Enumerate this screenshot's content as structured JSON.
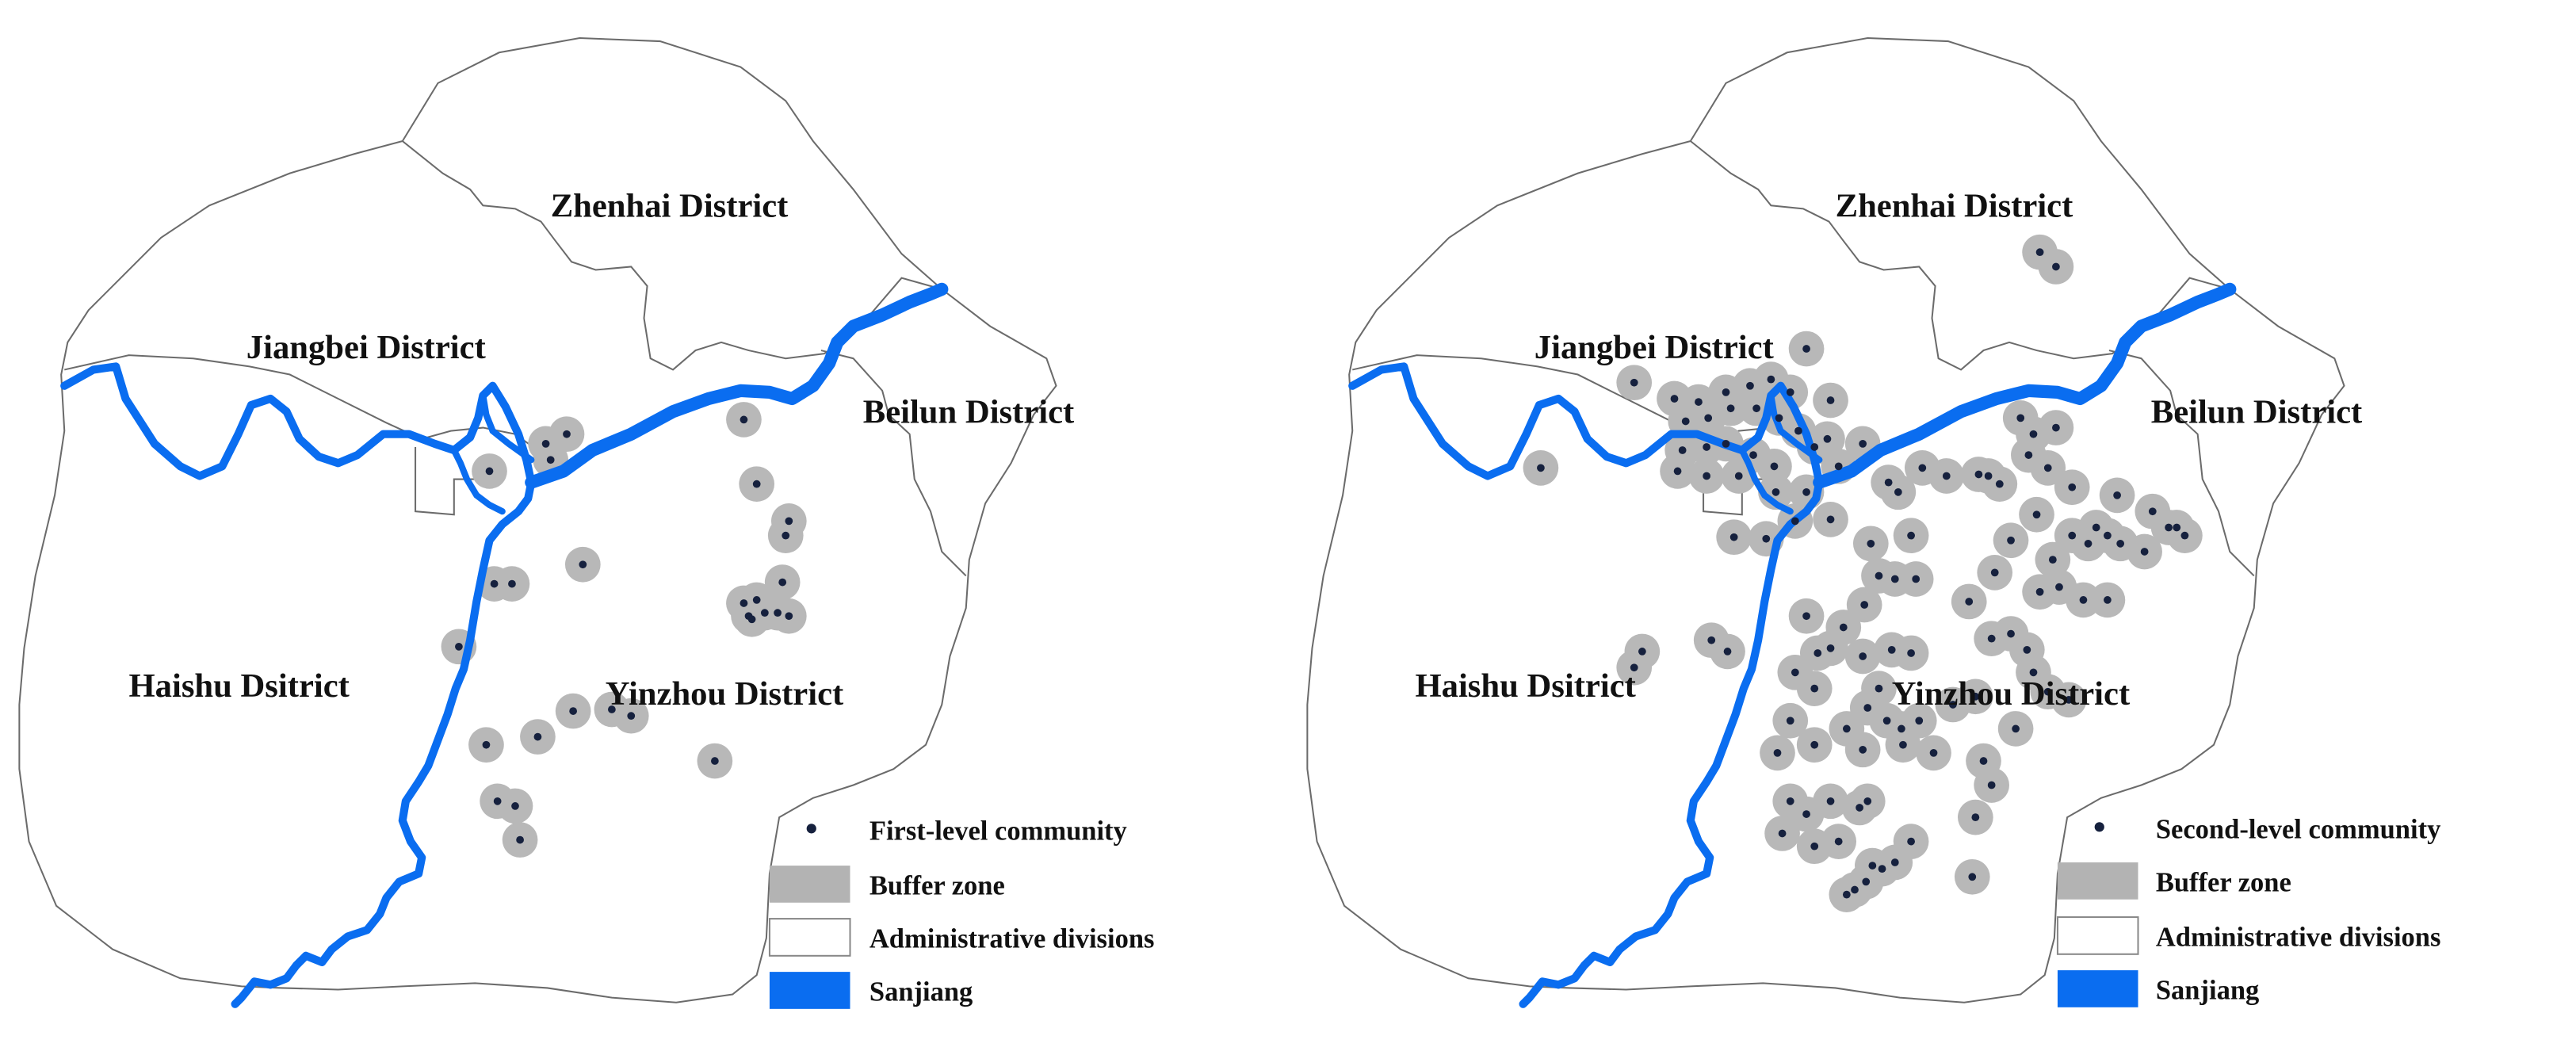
{
  "maps": [
    {
      "id": "first-level",
      "districts": [
        "Zhenhai District",
        "Jiangbei District",
        "Beilun District",
        "Haishu Dsitrict",
        "Yinzhou District"
      ],
      "legend": [
        {
          "kind": "point",
          "label": "First-level community"
        },
        {
          "kind": "buffer",
          "label": "Buffer zone"
        },
        {
          "kind": "boundary",
          "label": "Administrative divisions"
        },
        {
          "kind": "river",
          "label": "Sanjiang"
        }
      ],
      "communities": [
        [
          462,
          253
        ],
        [
          352,
          262
        ],
        [
          339,
          268
        ],
        [
          342,
          278
        ],
        [
          304,
          285
        ],
        [
          470,
          293
        ],
        [
          490,
          316
        ],
        [
          488,
          325
        ],
        [
          362,
          343
        ],
        [
          307,
          355
        ],
        [
          318,
          355
        ],
        [
          486,
          354
        ],
        [
          462,
          367
        ],
        [
          470,
          365
        ],
        [
          465,
          375
        ],
        [
          475,
          373
        ],
        [
          483,
          373
        ],
        [
          490,
          375
        ],
        [
          467,
          377
        ],
        [
          285,
          394
        ],
        [
          356,
          434
        ],
        [
          380,
          433
        ],
        [
          392,
          437
        ],
        [
          334,
          450
        ],
        [
          302,
          455
        ],
        [
          444,
          465
        ],
        [
          309,
          490
        ],
        [
          320,
          493
        ],
        [
          323,
          514
        ]
      ]
    },
    {
      "id": "second-level",
      "districts": [
        "Zhenhai District",
        "Jiangbei District",
        "Beilun District",
        "Haishu Dsitrict",
        "Yinzhou District"
      ],
      "legend": [
        {
          "kind": "point",
          "label": "Second-level community"
        },
        {
          "kind": "buffer",
          "label": "Buffer zone"
        },
        {
          "kind": "boundary",
          "label": "Administrative divisions"
        },
        {
          "kind": "river",
          "label": "Sanjiang"
        }
      ],
      "communities": [
        [
          1270,
          149
        ],
        [
          1280,
          158
        ],
        [
          1125,
          209
        ],
        [
          1018,
          230
        ],
        [
          1043,
          240
        ],
        [
          1058,
          242
        ],
        [
          1075,
          236
        ],
        [
          1090,
          232
        ],
        [
          1103,
          228
        ],
        [
          1115,
          236
        ],
        [
          1140,
          241
        ],
        [
          1050,
          254
        ],
        [
          1064,
          252
        ],
        [
          1078,
          246
        ],
        [
          1094,
          246
        ],
        [
          1108,
          252
        ],
        [
          1120,
          260
        ],
        [
          1138,
          265
        ],
        [
          1160,
          268
        ],
        [
          1048,
          272
        ],
        [
          1063,
          270
        ],
        [
          1075,
          268
        ],
        [
          1092,
          275
        ],
        [
          1105,
          282
        ],
        [
          1130,
          270
        ],
        [
          1145,
          282
        ],
        [
          960,
          283
        ],
        [
          1045,
          285
        ],
        [
          1063,
          288
        ],
        [
          1083,
          288
        ],
        [
          1106,
          298
        ],
        [
          1125,
          298
        ],
        [
          1176,
          292
        ],
        [
          1182,
          298
        ],
        [
          1197,
          283
        ],
        [
          1212,
          288
        ],
        [
          1232,
          287
        ],
        [
          1258,
          252
        ],
        [
          1266,
          262
        ],
        [
          1280,
          258
        ],
        [
          1263,
          275
        ],
        [
          1275,
          283
        ],
        [
          1245,
          293
        ],
        [
          1238,
          288
        ],
        [
          1290,
          295
        ],
        [
          1305,
          320
        ],
        [
          1318,
          300
        ],
        [
          1340,
          310
        ],
        [
          1355,
          320
        ],
        [
          1290,
          325
        ],
        [
          1300,
          330
        ],
        [
          1312,
          325
        ],
        [
          1320,
          330
        ],
        [
          1335,
          335
        ],
        [
          1350,
          320
        ],
        [
          1360,
          325
        ],
        [
          1268,
          312
        ],
        [
          1252,
          328
        ],
        [
          1278,
          340
        ],
        [
          1242,
          348
        ],
        [
          1226,
          366
        ],
        [
          1270,
          360
        ],
        [
          1282,
          357
        ],
        [
          1297,
          365
        ],
        [
          1312,
          365
        ],
        [
          1080,
          326
        ],
        [
          1100,
          327
        ],
        [
          1118,
          316
        ],
        [
          1140,
          315
        ],
        [
          1165,
          330
        ],
        [
          1190,
          325
        ],
        [
          1170,
          350
        ],
        [
          1180,
          352
        ],
        [
          1193,
          352
        ],
        [
          1161,
          368
        ],
        [
          1148,
          382
        ],
        [
          1132,
          398
        ],
        [
          1118,
          410
        ],
        [
          1130,
          420
        ],
        [
          1115,
          440
        ],
        [
          1107,
          460
        ],
        [
          1140,
          395
        ],
        [
          1160,
          400
        ],
        [
          1178,
          396
        ],
        [
          1190,
          398
        ],
        [
          1170,
          420
        ],
        [
          1163,
          432
        ],
        [
          1175,
          440
        ],
        [
          1184,
          445
        ],
        [
          1195,
          440
        ],
        [
          1160,
          458
        ],
        [
          1185,
          455
        ],
        [
          1204,
          460
        ],
        [
          1130,
          455
        ],
        [
          1150,
          445
        ],
        [
          1115,
          490
        ],
        [
          1125,
          498
        ],
        [
          1140,
          490
        ],
        [
          1158,
          494
        ],
        [
          1110,
          510
        ],
        [
          1130,
          518
        ],
        [
          1145,
          515
        ],
        [
          1166,
          530
        ],
        [
          1180,
          528
        ],
        [
          1162,
          540
        ],
        [
          1150,
          548
        ],
        [
          1155,
          545
        ],
        [
          1172,
          532
        ],
        [
          1023,
          397
        ],
        [
          1018,
          407
        ],
        [
          1066,
          390
        ],
        [
          1076,
          397
        ],
        [
          1125,
          375
        ],
        [
          1240,
          389
        ],
        [
          1252,
          386
        ],
        [
          1262,
          396
        ],
        [
          1266,
          410
        ],
        [
          1275,
          422
        ],
        [
          1288,
          427
        ],
        [
          1255,
          445
        ],
        [
          1235,
          465
        ],
        [
          1240,
          480
        ],
        [
          1230,
          500
        ],
        [
          1228,
          537
        ],
        [
          1216,
          430
        ],
        [
          1230,
          425
        ],
        [
          1163,
          490
        ],
        [
          1190,
          515
        ]
      ]
    }
  ]
}
